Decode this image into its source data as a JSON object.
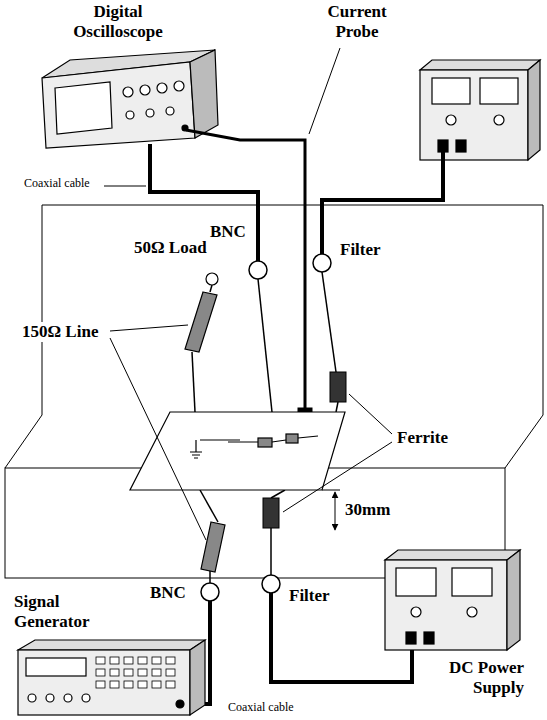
{
  "diagram": {
    "labels": [
      "Digital Oscilloscope",
      "Current Probe",
      "Coaxial cable",
      "BNC",
      "Filter",
      "50Ω Load",
      "150Ω Line",
      "Ferrite",
      "30mm",
      "BNC",
      "Filter",
      "Signal Generator",
      "DC Power Supply",
      "Coaxial cable"
    ]
  }
}
